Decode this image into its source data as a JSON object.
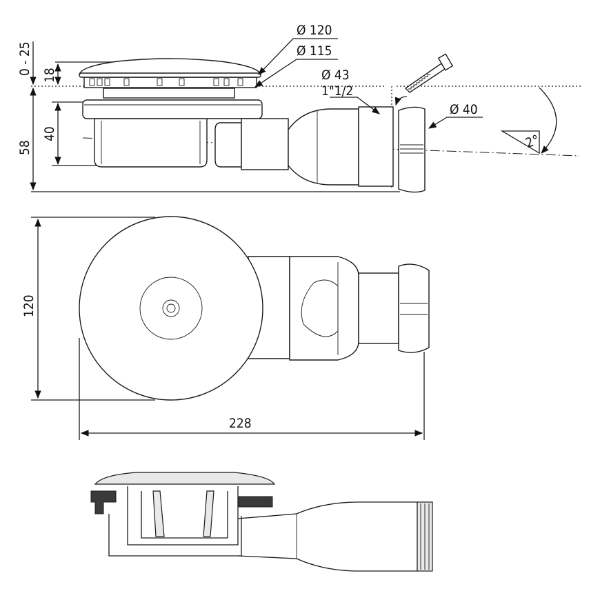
{
  "side_view": {
    "dims": {
      "cap_diameter": "Ø 120",
      "grate_diameter": "Ø 115",
      "outlet_diameter": "Ø 43",
      "outlet_thread": "1\"1/2",
      "pipe_diameter": "Ø 40",
      "slope": "2°",
      "height_adjust": "0 - 25",
      "cap_height": "18",
      "body_height": "40",
      "total_height": "58"
    }
  },
  "plan_view": {
    "dims": {
      "width": "120",
      "length": "228"
    }
  }
}
